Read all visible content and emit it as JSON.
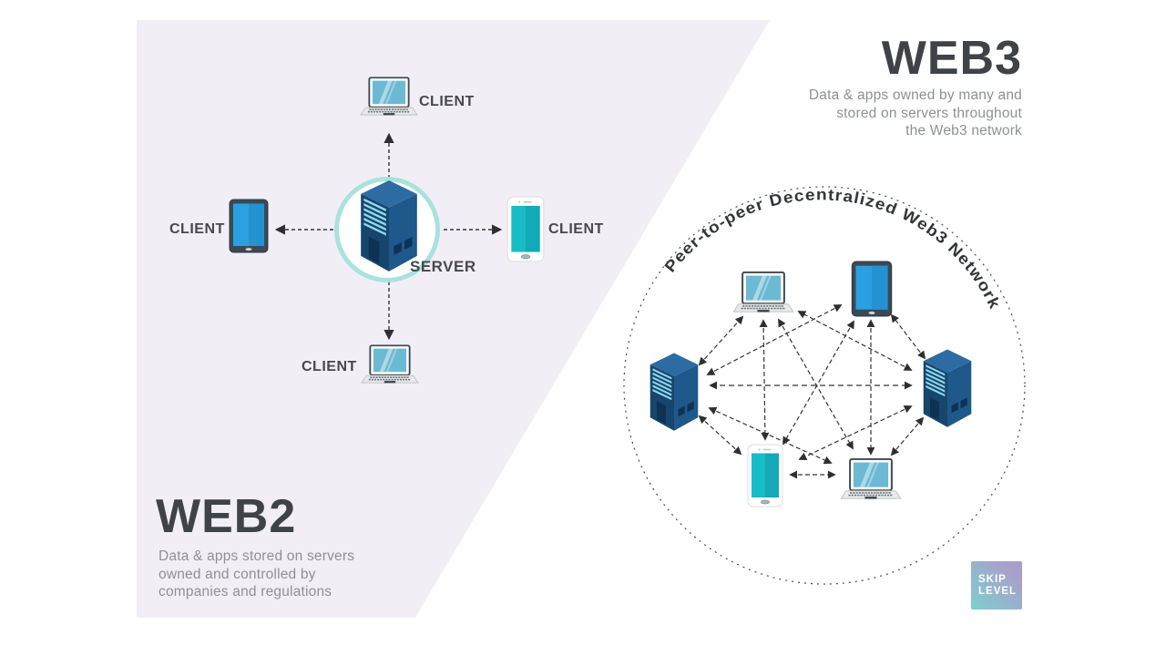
{
  "web2": {
    "title": "WEB2",
    "description_lines": [
      "Data & apps stored on servers",
      "owned and controlled by",
      "companies and regulations"
    ],
    "server_label": "SERVER",
    "clients": {
      "top": "CLIENT",
      "left": "CLIENT",
      "right": "CLIENT",
      "bottom": "CLIENT"
    }
  },
  "web3": {
    "title": "WEB3",
    "description_lines": [
      "Data & apps owned by many and",
      "stored on servers throughout",
      "the Web3 network"
    ],
    "network_label": "Peer-to-peer Decentralized Web3 Network"
  },
  "logo": {
    "line1": "SKIP",
    "line2": "LEVEL"
  },
  "colors": {
    "background": "#ffffff",
    "web2_panel": "#f2eef6",
    "accent_ring": "#a9e2dd",
    "server_blue": "#1f588a",
    "laptop_screen_blue": "#6cb9d3",
    "tablet_blue": "#2aa0e2",
    "phone_teal": "#18bcc6",
    "title_text": "#3f4347",
    "body_text": "#8e9192",
    "logo_teal": "#7cd0cf",
    "logo_purple": "#a8a0ca"
  }
}
